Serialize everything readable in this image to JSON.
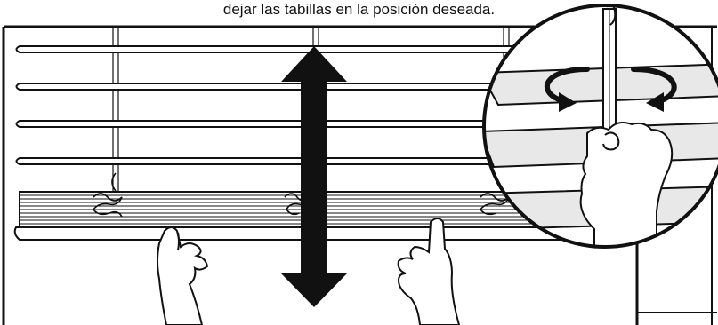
{
  "caption": {
    "text": "dejar las tabillas en la posición deseada."
  },
  "colors": {
    "line": "#111111",
    "fill": "#ffffff",
    "shade": "#dcdcdc"
  },
  "diagram": {
    "icons": [
      "up-down-arrow-icon",
      "rotate-arrows-icon",
      "hand-icon",
      "tilt-wand",
      "horizontal-blind"
    ]
  }
}
